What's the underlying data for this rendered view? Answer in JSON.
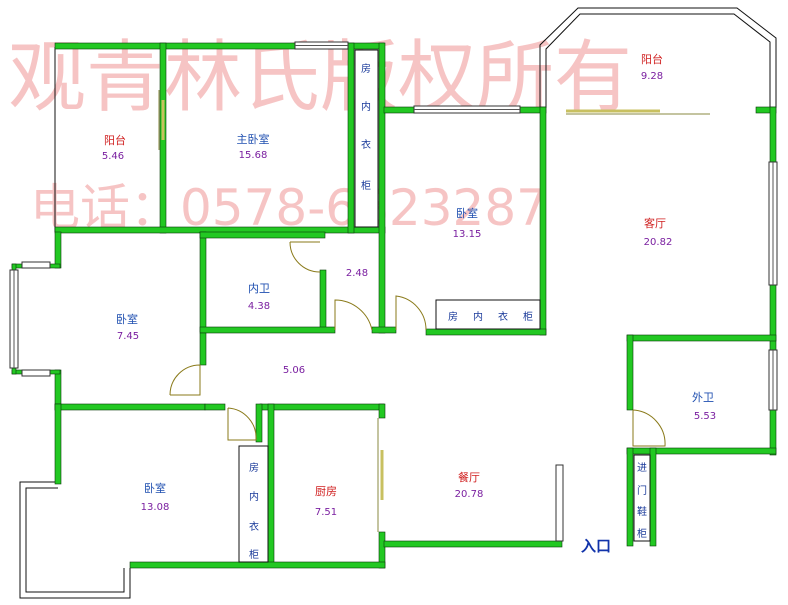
{
  "watermark": {
    "line1": "观青林氏版权所有",
    "line2": "电话：0578-6823287"
  },
  "colors": {
    "wall": "#22c822",
    "room_name_blue": "#1f4fb0",
    "room_name_red": "#d02020",
    "area_text": "#7a1fa0",
    "watermark": "#f6c4c4"
  },
  "rooms": [
    {
      "id": "balcony-left",
      "name": "阳台",
      "area": "5.46",
      "name_color": "#d02020"
    },
    {
      "id": "master-bedroom",
      "name": "主卧室",
      "area": "15.68",
      "name_color": "#1f4fb0"
    },
    {
      "id": "bedroom-mid",
      "name": "卧室",
      "area": "13.15",
      "name_color": "#1f4fb0"
    },
    {
      "id": "balcony-right",
      "name": "阳台",
      "area": "9.28",
      "name_color": "#d02020"
    },
    {
      "id": "living-room",
      "name": "客厅",
      "area": "20.82",
      "name_color": "#d02020"
    },
    {
      "id": "bedroom-west",
      "name": "卧室",
      "area": "7.45",
      "name_color": "#1f4fb0"
    },
    {
      "id": "inner-bath",
      "name": "内卫",
      "area": "4.38",
      "name_color": "#1f4fb0"
    },
    {
      "id": "bedroom-south",
      "name": "卧室",
      "area": "13.08",
      "name_color": "#1f4fb0"
    },
    {
      "id": "kitchen",
      "name": "厨房",
      "area": "7.51",
      "name_color": "#d02020"
    },
    {
      "id": "dining-room",
      "name": "餐厅",
      "area": "20.78",
      "name_color": "#d02020"
    },
    {
      "id": "outer-bath",
      "name": "外卫",
      "area": "5.53",
      "name_color": "#1f4fb0"
    }
  ],
  "areas_only": [
    {
      "id": "corridor-top",
      "area": "2.48"
    },
    {
      "id": "hallway",
      "area": "5.06"
    }
  ],
  "wardrobes": {
    "master_vertical": [
      "房",
      "内",
      "衣",
      "柜"
    ],
    "mid_horizontal": [
      "房",
      "内",
      "衣",
      "柜"
    ],
    "south_vertical": [
      "房",
      "内",
      "衣",
      "柜"
    ],
    "entry_shoe_cabinet": [
      "进",
      "门",
      "鞋",
      "柜"
    ]
  },
  "entrance_label": "入口"
}
